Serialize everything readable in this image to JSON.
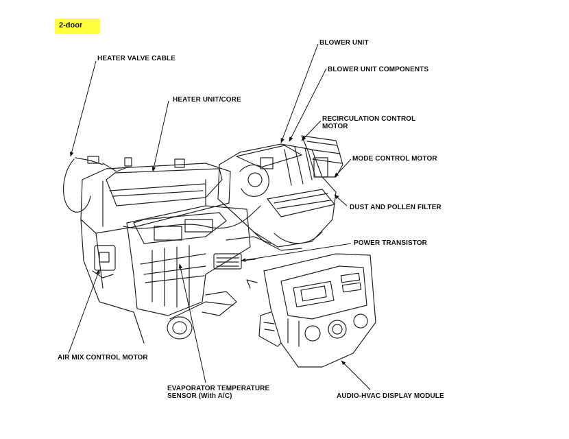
{
  "badge": "2-door",
  "labels": {
    "heater_valve_cable": "HEATER VALVE CABLE",
    "heater_unit_core": "HEATER UNIT/CORE",
    "blower_unit": "BLOWER UNIT",
    "blower_unit_components": "BLOWER UNIT COMPONENTS",
    "recirculation_control_motor_1": "RECIRCULATION CONTROL",
    "recirculation_control_motor_2": "MOTOR",
    "mode_control_motor": "MODE CONTROL MOTOR",
    "dust_and_pollen_filter": "DUST AND POLLEN FILTER",
    "power_transistor": "POWER TRANSISTOR",
    "air_mix_control_motor": "AIR MIX CONTROL MOTOR",
    "evaporator_temperature_sensor_1": "EVAPORATOR TEMPERATURE",
    "evaporator_temperature_sensor_2": "SENSOR (With A/C)",
    "audio_hvac_display_module": "AUDIO-HVAC DISPLAY MODULE"
  }
}
